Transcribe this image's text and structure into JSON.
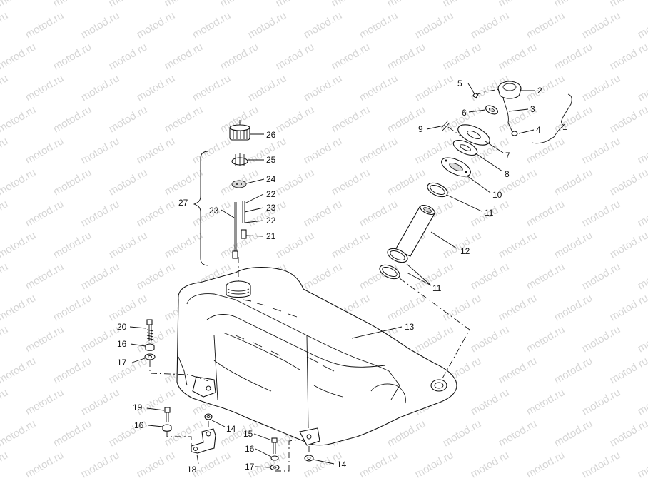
{
  "watermark": "motod.ru",
  "callouts": [
    {
      "id": "c1",
      "text": "1"
    },
    {
      "id": "c2",
      "text": "2"
    },
    {
      "id": "c3",
      "text": "3"
    },
    {
      "id": "c4",
      "text": "4"
    },
    {
      "id": "c5",
      "text": "5"
    },
    {
      "id": "c6",
      "text": "6"
    },
    {
      "id": "c7",
      "text": "7"
    },
    {
      "id": "c8",
      "text": "8"
    },
    {
      "id": "c9",
      "text": "9"
    },
    {
      "id": "c10",
      "text": "10"
    },
    {
      "id": "c11a",
      "text": "11"
    },
    {
      "id": "c11b",
      "text": "11"
    },
    {
      "id": "c12",
      "text": "12"
    },
    {
      "id": "c13",
      "text": "13"
    },
    {
      "id": "c14a",
      "text": "14"
    },
    {
      "id": "c14b",
      "text": "14"
    },
    {
      "id": "c15",
      "text": "15"
    },
    {
      "id": "c16a",
      "text": "16"
    },
    {
      "id": "c16b",
      "text": "16"
    },
    {
      "id": "c16c",
      "text": "16"
    },
    {
      "id": "c17a",
      "text": "17"
    },
    {
      "id": "c17b",
      "text": "17"
    },
    {
      "id": "c18",
      "text": "18"
    },
    {
      "id": "c19",
      "text": "19"
    },
    {
      "id": "c20",
      "text": "20"
    },
    {
      "id": "c21",
      "text": "21"
    },
    {
      "id": "c22a",
      "text": "22"
    },
    {
      "id": "c22b",
      "text": "22"
    },
    {
      "id": "c23a",
      "text": "23"
    },
    {
      "id": "c23b",
      "text": "23"
    },
    {
      "id": "c24",
      "text": "24"
    },
    {
      "id": "c25",
      "text": "25"
    },
    {
      "id": "c26",
      "text": "26"
    },
    {
      "id": "c27",
      "text": "27"
    }
  ]
}
